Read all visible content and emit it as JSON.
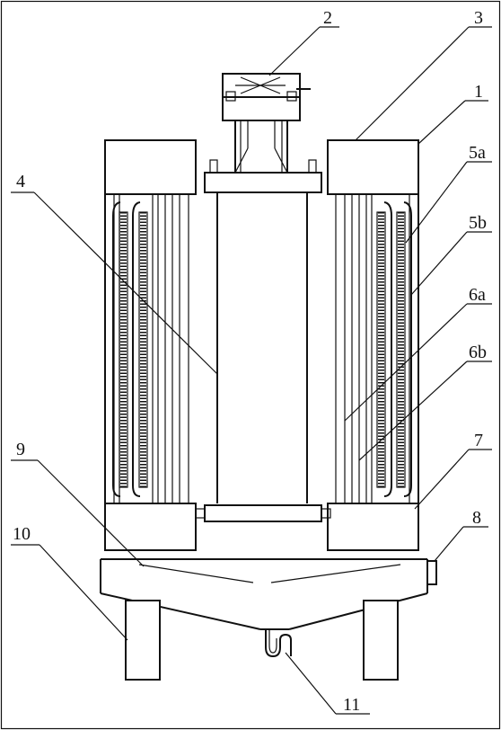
{
  "diagram": {
    "labels": {
      "l1": "1",
      "l2": "2",
      "l3": "3",
      "l4": "4",
      "l5a": "5a",
      "l5b": "5b",
      "l6a": "6a",
      "l6b": "6b",
      "l7": "7",
      "l8": "8",
      "l9": "9",
      "l10": "10",
      "l11": "11"
    }
  }
}
